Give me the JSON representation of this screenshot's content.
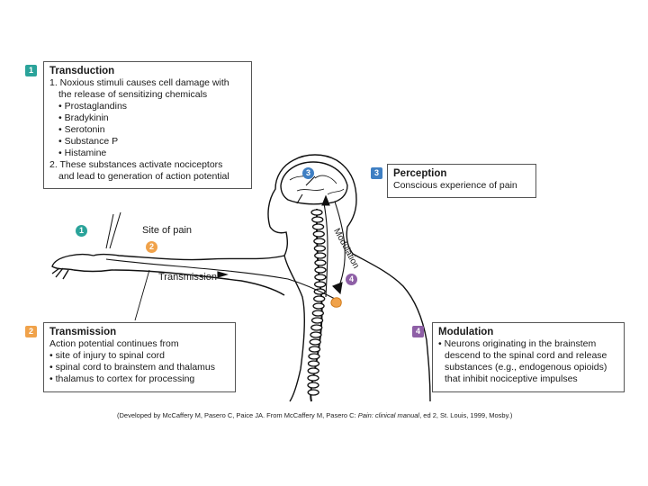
{
  "transduction": {
    "number": "1",
    "title": "Transduction",
    "lines": [
      "1. Noxious stimuli causes cell damage with",
      "   the release of sensitizing chemicals",
      "   • Prostaglandins",
      "   • Bradykinin",
      "   • Serotonin",
      "   • Substance P",
      "   • Histamine",
      "2. These substances activate nociceptors",
      "   and lead to generation of action potential"
    ]
  },
  "perception": {
    "number": "3",
    "title": "Perception",
    "text": "Conscious experience of pain"
  },
  "transmission": {
    "number": "2",
    "title": "Transmission",
    "lines": [
      "Action potential continues from",
      "• site of injury to spinal cord",
      "• spinal cord to brainstem and thalamus",
      "• thalamus to cortex for processing"
    ]
  },
  "modulation": {
    "number": "4",
    "title": "Modulation",
    "lines": [
      "• Neurons originating in the brainstem",
      "  descend to the spinal cord and release",
      "  substances (e.g., endogenous opioids)",
      "  that inhibit nociceptive impulses"
    ]
  },
  "figure_labels": {
    "site_of_pain": "Site of pain",
    "transmission_arrow": "Transmission",
    "modulation_arrow": "Modulation",
    "marker_1": "1",
    "marker_2": "2",
    "marker_3": "3",
    "marker_4": "4"
  },
  "caption": {
    "prefix": "(Developed by McCaffery M, Pasero C, Paice JA. From McCaffery M, Pasero C: ",
    "title": "Pain: clinical manual",
    "suffix": ", ed 2, St. Louis, 1999, Mosby.)"
  },
  "colors": {
    "teal": "#2aa39a",
    "orange": "#f0a24a",
    "blue": "#3f7fc3",
    "purple": "#8e5fa6"
  }
}
